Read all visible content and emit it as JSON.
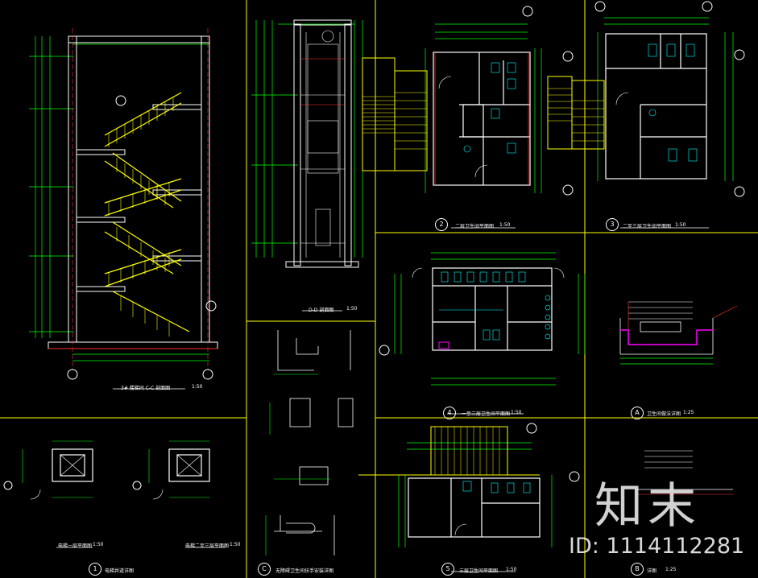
{
  "watermark": {
    "brand": "知末",
    "id_text": "ID: 1114112281"
  },
  "panels": {
    "section_cc": {
      "index": "",
      "title": "3# 楼梯间 C-C 剖面图",
      "scale": "1:50"
    },
    "section_dd": {
      "index": "",
      "title": "D-D 剖面图",
      "scale": "1:50"
    },
    "plan_2": {
      "index": "2",
      "title": "二层卫生间平面图",
      "scale": "1:50"
    },
    "plan_3": {
      "index": "3",
      "title": "二至三层卫生间平面图",
      "scale": "1:50"
    },
    "plan_4": {
      "index": "4",
      "title": "一至三层卫生间平面图",
      "scale": "1:50"
    },
    "plan_5": {
      "index": "5",
      "title": "三层卫生间平面图",
      "scale": "1:50"
    },
    "detail_a": {
      "index": "A",
      "title": "卫生间做法详图",
      "scale": "1:25"
    },
    "detail_b": {
      "index": "B",
      "title": "详图",
      "scale": "1:25"
    },
    "detail_c": {
      "index": "C",
      "title": "无障碍卫生间扶手安装详图",
      "scale": ""
    },
    "plan_1": {
      "index": "1",
      "title": "电梯井道详图",
      "scale": ""
    },
    "elev_plan_a": {
      "title": "电梯一层平面图",
      "scale": "1:50"
    },
    "elev_plan_b": {
      "title": "电梯二至三层平面图",
      "scale": "1:50"
    }
  },
  "colors": {
    "background": "#000000",
    "wall": "#ffffff",
    "dimension": "#00ff00",
    "stair": "#ffff00",
    "grid_axis": "#ff3030",
    "annotation": "#00ffff",
    "finish_layer": "#ff00ff"
  }
}
